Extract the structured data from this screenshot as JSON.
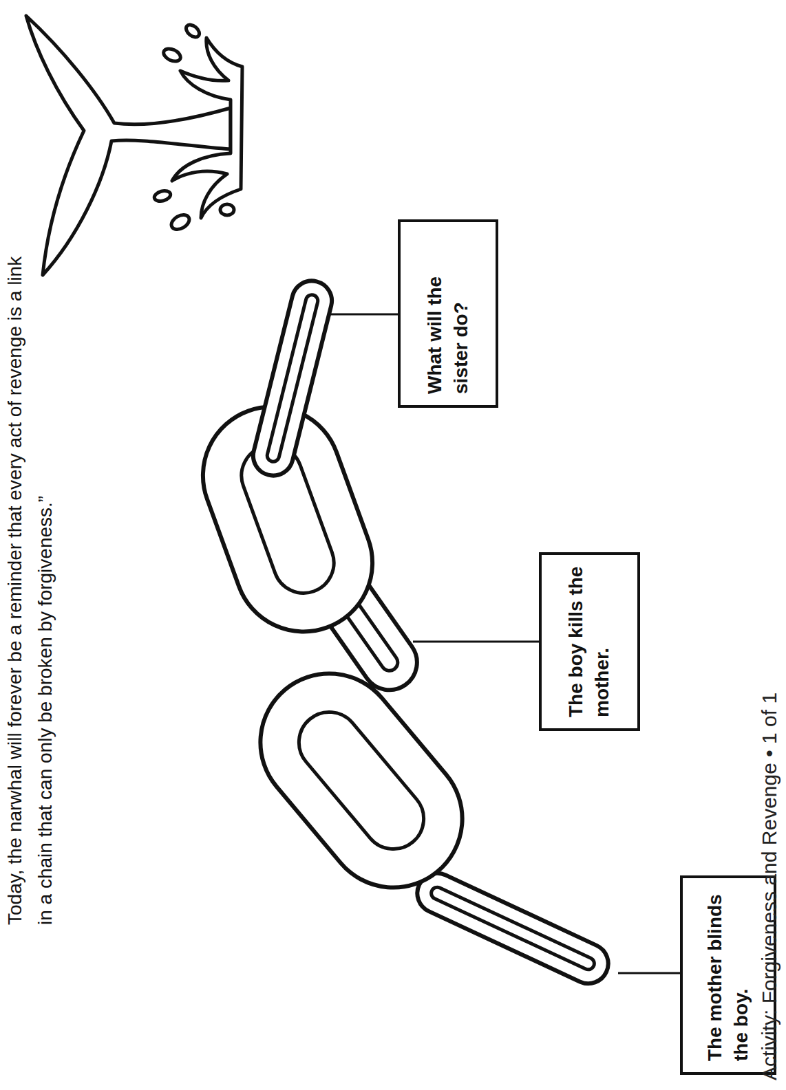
{
  "diagram": {
    "nodes": [
      {
        "text": [
          "The mother blinds the boy."
        ]
      },
      {
        "text": [
          "The boy kills the mother."
        ]
      },
      {
        "text": [
          "What will the sister do?"
        ]
      }
    ],
    "labels": [
      "Today, the narwhal will forever be a reminder that every act of revenge is a link in a chain that can only be broken by forgiveness.”",
      "Activity: Forgiveness and Revenge • 1 of 1"
    ]
  }
}
